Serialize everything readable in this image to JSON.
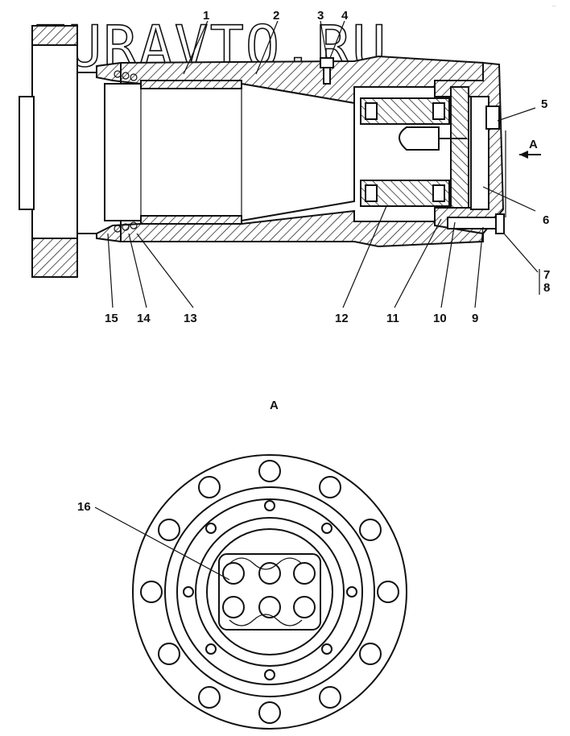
{
  "watermark": "ZURAVTO.RU",
  "corner_mark": "...",
  "view_label": "A",
  "arrow_label": "A",
  "callouts": {
    "c1": "1",
    "c2": "2",
    "c3": "3",
    "c4": "4",
    "c5": "5",
    "c6": "6",
    "c7": "7",
    "c8": "8",
    "c9": "9",
    "c10": "10",
    "c11": "11",
    "c12": "12",
    "c13": "13",
    "c14": "14",
    "c15": "15",
    "c16": "16"
  }
}
